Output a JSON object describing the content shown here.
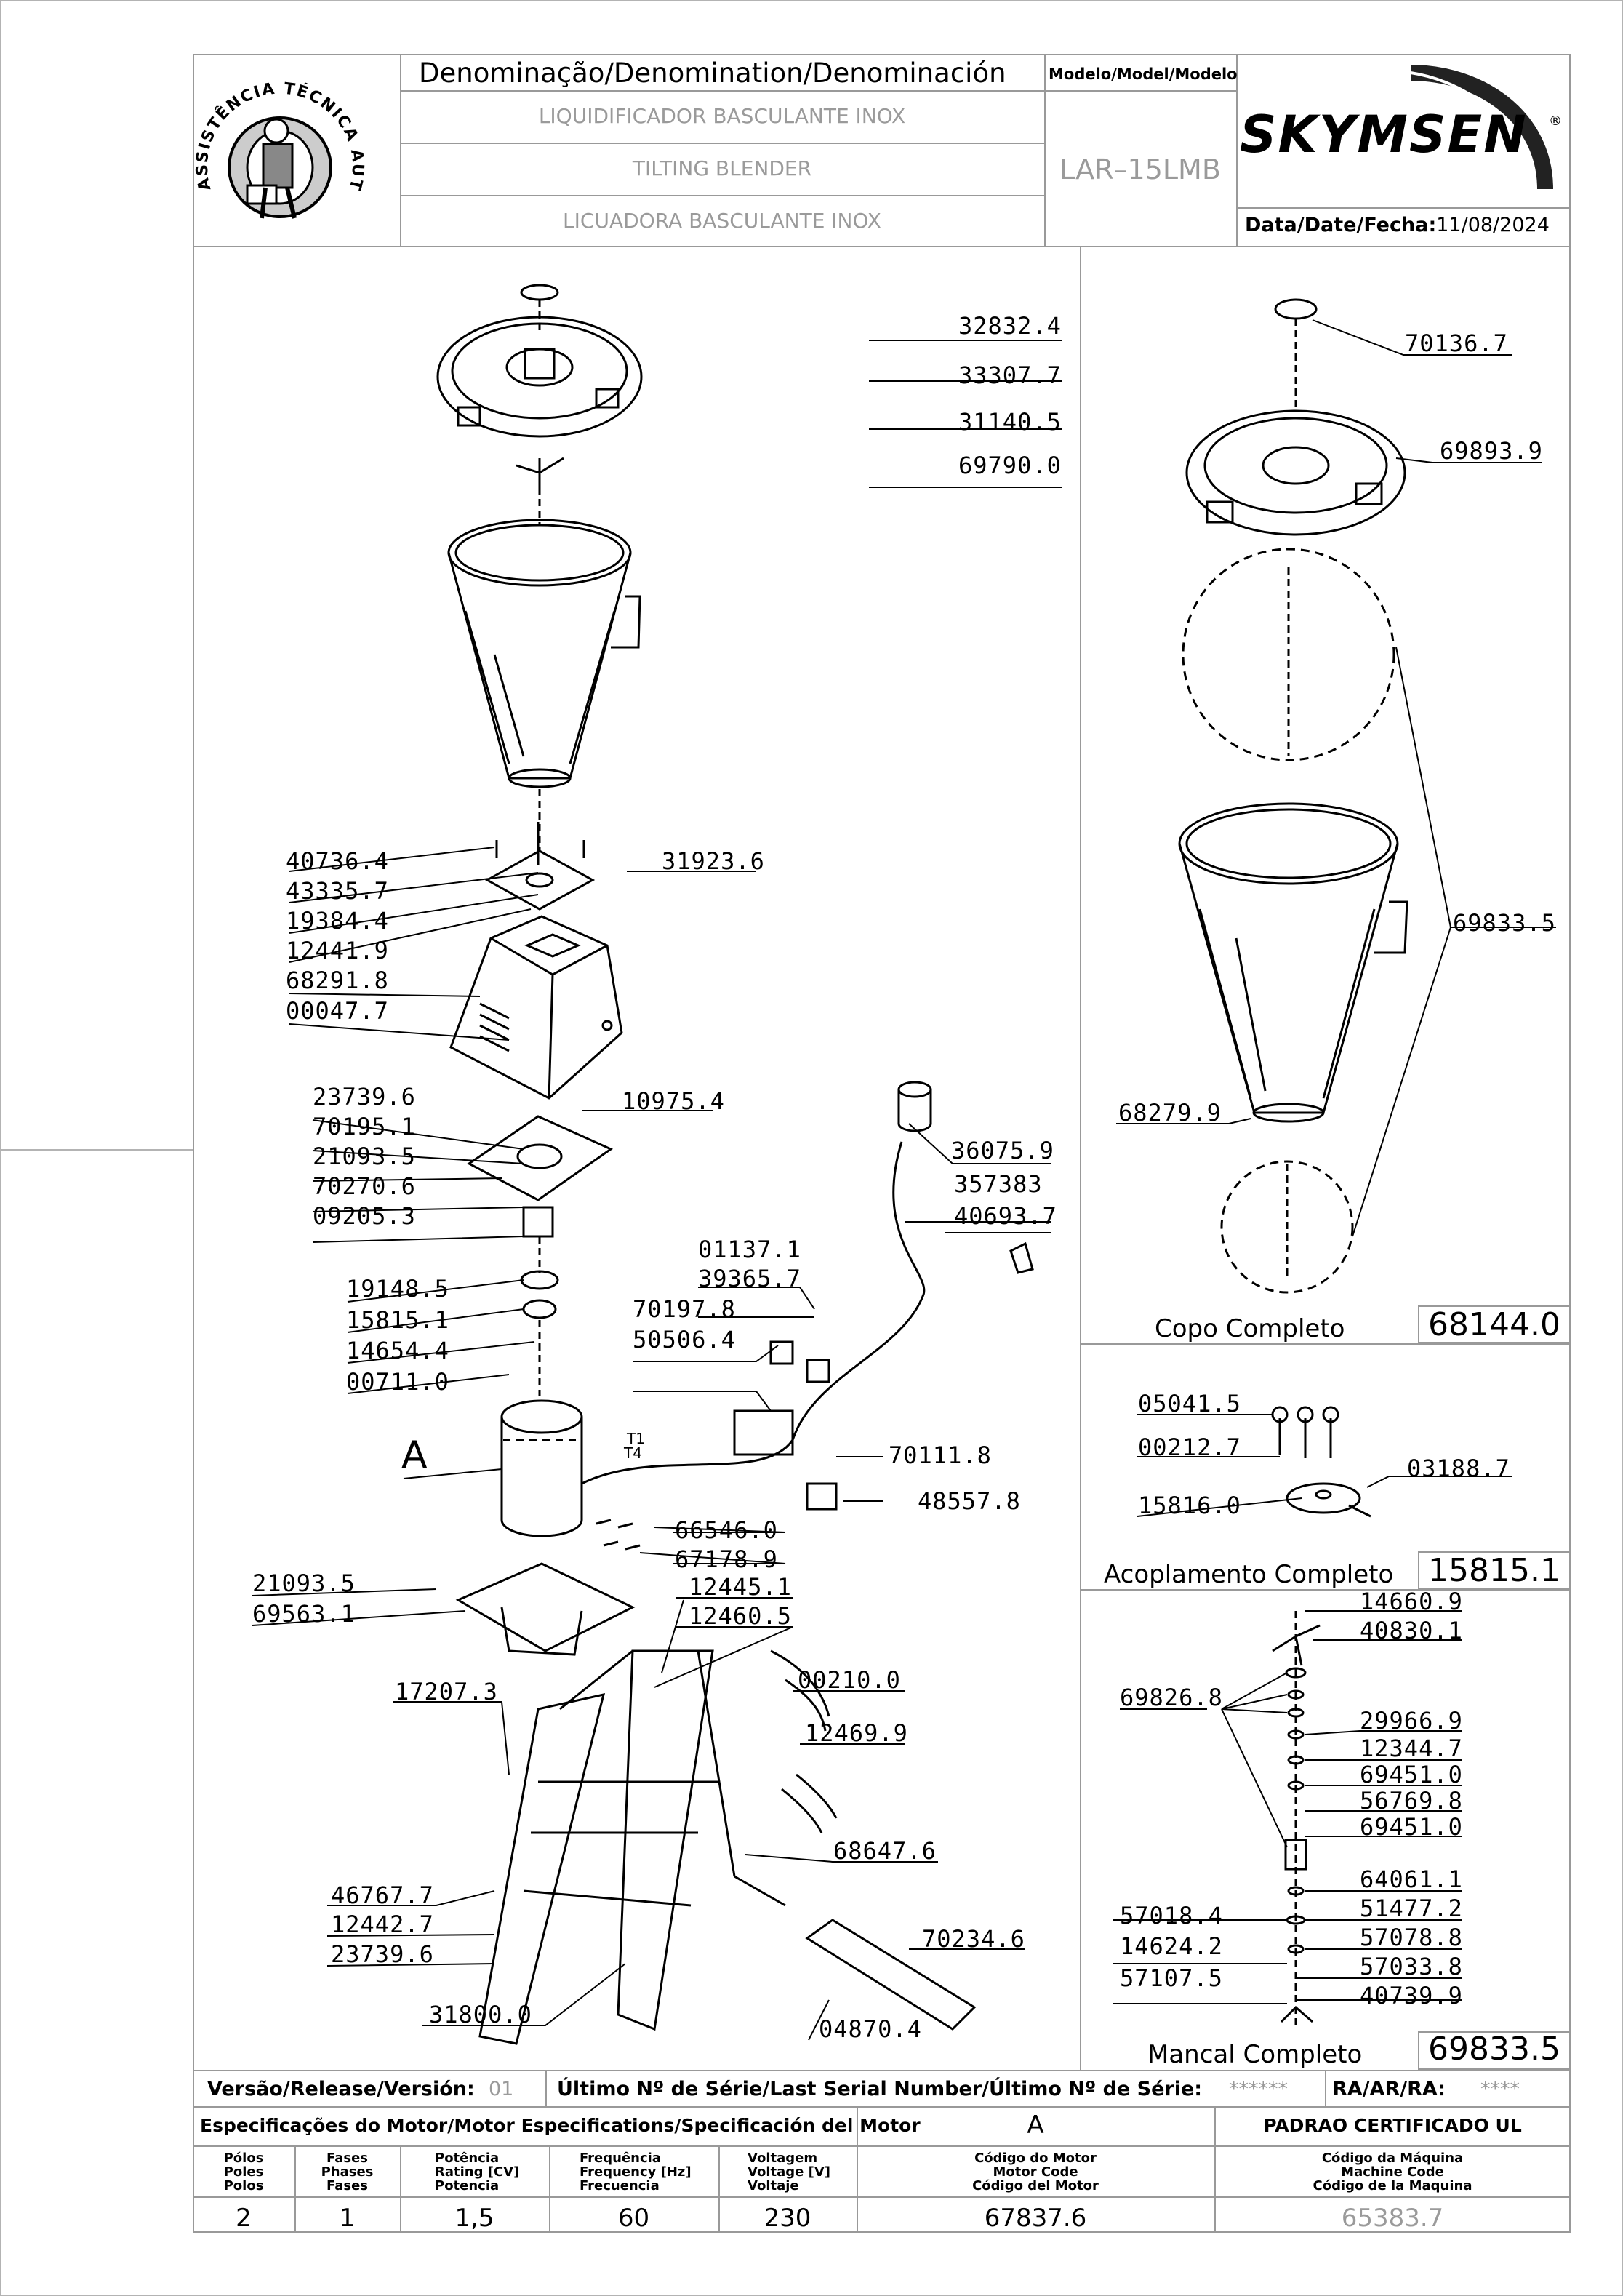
{
  "header": {
    "denomination_title": "Denominação/Denomination/Denominación",
    "model_title": "Modelo/Model/Modelo",
    "name_pt": "LIQUIDIFICADOR  BASCULANTE  INOX",
    "name_en": "TILTING  BLENDER",
    "name_es": "LICUADORA  BASCULANTE  INOX",
    "model": "LAR–15LMB",
    "brand": "SKYMSEN",
    "brand_mark": "®",
    "date_label": "Data/Date/Fecha:",
    "date": "11/08/2024",
    "seal_text": "ASSISTÊNCIA TÉCNICA AUTORIZADA"
  },
  "main_parts": [
    "32832.4",
    "33307.7",
    "31140.5",
    "69790.0",
    "40736.4",
    "43335.7",
    "19384.4",
    "12441.9",
    "68291.8",
    "00047.7",
    "31923.6",
    "23739.6",
    "70195.1",
    "21093.5",
    "70270.6",
    "09205.3",
    "10975.4",
    "19148.5",
    "15815.1",
    "14654.4",
    "00711.0",
    "36075.9",
    "357383",
    "40693.7",
    "01137.1",
    "39365.7",
    "70197.8",
    "50506.4",
    "70111.8",
    "48557.8",
    "66546.0",
    "67178.9",
    "21093.5",
    "69563.1",
    "12445.1",
    "12460.5",
    "17207.3",
    "00210.0",
    "12469.9",
    "68647.6",
    "46767.7",
    "12442.7",
    "23739.6",
    "70234.6",
    "31800.0",
    "04870.4"
  ],
  "motor_label": "A",
  "motor_wires": [
    "T1",
    "T4"
  ],
  "cup_panel": {
    "parts": [
      "70136.7",
      "69893.9",
      "69833.5",
      "68279.9"
    ],
    "title": "Copo  Completo",
    "code": "68144.0"
  },
  "coupling_panel": {
    "parts": [
      "05041.5",
      "00212.7",
      "03188.7",
      "15816.0"
    ],
    "title": "Acoplamento  Completo",
    "code": "15815.1"
  },
  "bearing_panel": {
    "parts": [
      "14660.9",
      "40830.1",
      "69826.8",
      "29966.9",
      "12344.7",
      "69451.0",
      "56769.8",
      "69451.0",
      "64061.1",
      "51477.2",
      "57018.4",
      "57078.8",
      "14624.2",
      "57033.8",
      "57107.5",
      "40739.9"
    ],
    "title": "Mancal  Completo",
    "code": "69833.5"
  },
  "release": {
    "label": "Versão/Release/Versión:",
    "value": "01",
    "serial_label": "Último  Nº  de  Série/Last  Serial  Number/Último  Nº  de  Série:",
    "serial_value": "******",
    "ra_label": "RA/AR/RA:",
    "ra_value": "****"
  },
  "motor_spec": {
    "title": "Especificações do Motor/Motor Especifications/Specificación del Motor",
    "motor_letter": "A",
    "ul_label": "PADRAO  CERTIFICADO  UL",
    "columns": [
      {
        "header": [
          "Pólos",
          "Poles",
          "Polos"
        ],
        "value": "2"
      },
      {
        "header": [
          "Fases",
          "Phases",
          "Fases"
        ],
        "value": "1"
      },
      {
        "header": [
          "Potência",
          "Rating [CV]",
          "Potencia"
        ],
        "value": "1,5"
      },
      {
        "header": [
          "Frequência",
          "Frequency [Hz]",
          "Frecuencia"
        ],
        "value": "60"
      },
      {
        "header": [
          "Voltagem",
          "Voltage [V]",
          "Voltaje"
        ],
        "value": "230"
      },
      {
        "header": [
          "Código do Motor",
          "Motor Code",
          "Código del Motor"
        ],
        "value": "67837.6"
      },
      {
        "header": [
          "Código da Máquina",
          "Machine Code",
          "Código de la Maquina"
        ],
        "value": "65383.7"
      }
    ]
  }
}
